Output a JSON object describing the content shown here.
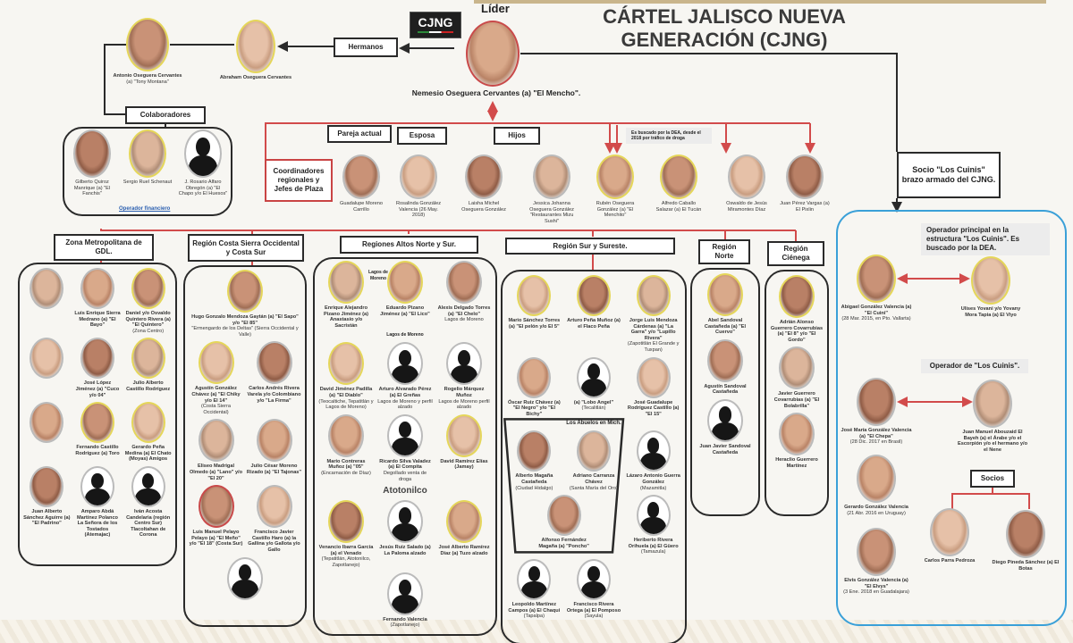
{
  "header": {
    "title": "CÁRTEL JALISCO NUEVA GENERACIÓN (CJNG)",
    "logo": "CJNG",
    "leader_label": "Líder",
    "leader_name": "Nemesio Oseguera Cervantes (a) \"El Mencho\"."
  },
  "colors": {
    "red_lines": "#c94444",
    "black_lines": "#2a2a2a",
    "cuinis_border": "#3aa0d8",
    "frame_yellow": "#e5d65a"
  },
  "labels": {
    "hermanos": "Hermanos",
    "colaboradores": "Colaboradores",
    "operador_financiero": "Operador financiero",
    "coordinadores": "Coordinadores regionales y Jefes de Plaza",
    "pareja": "Pareja actual",
    "esposa": "Esposa",
    "hijos": "Hijos",
    "dea_note": "Es buscado por la DEA, desde el 2018 por tráfico de droga",
    "socio_cuinis": "Socio \"Los Cuinis\" brazo armado del CJNG.",
    "lagos_1": "Lagos de Moreno",
    "lagos_2": "Lagos de Moreno",
    "atotonilco": "Atotonilco",
    "mich": "Los Abuelos en Mich."
  },
  "leader": {
    "name": "",
    "photo": "face",
    "frame": "red"
  },
  "hermanos": [
    {
      "name": "Antonio Oseguera Cervantes",
      "sub": "(a) \"Tony Montana\"",
      "photo": "face",
      "frame": "yellow"
    },
    {
      "name": "Abraham Oseguera Cervantes",
      "sub": "",
      "photo": "face",
      "frame": "yellow"
    }
  ],
  "colaboradores": [
    {
      "name": "",
      "sub": "Gilberto Quiroz Manrique (a) \"El Fanchis\"",
      "photo": "face",
      "frame": "plain"
    },
    {
      "name": "",
      "sub": "Sergio Ruel Schenaut",
      "photo": "face",
      "frame": "yellow"
    },
    {
      "name": "",
      "sub": "J. Rosario Alfaro Obregón (a) \"El Chapo y/o El Huesos\"",
      "photo": "silhouette",
      "frame": "plain"
    }
  ],
  "familia": [
    {
      "name": "",
      "sub": "Guadalupe Moreno Carrillo",
      "photo": "face",
      "frame": "plain"
    },
    {
      "name": "",
      "sub": "Rosalinda González Valencia (26 May. 2018)",
      "photo": "face",
      "frame": "plain"
    },
    {
      "name": "",
      "sub": "Laisha Michel Oseguera González",
      "photo": "face",
      "frame": "plain"
    },
    {
      "name": "",
      "sub": "Jessica Johanna Oseguera González \"Restaurantes Mizu Sushi\"",
      "photo": "face",
      "frame": "plain"
    },
    {
      "name": "",
      "sub": "Rubén Oseguera González (a) \"El Menchito\"",
      "photo": "face",
      "frame": "yellow"
    },
    {
      "name": "",
      "sub": "Alfredo Caballo Salazar (a) El Tucán",
      "photo": "face",
      "frame": "yellow"
    },
    {
      "name": "",
      "sub": "Oswaldo de Jesús Miramontes Díaz",
      "photo": "face",
      "frame": "plain"
    },
    {
      "name": "",
      "sub": "Juan Pérez Vargas (a) El Pixlin",
      "photo": "face",
      "frame": "plain"
    }
  ],
  "regions": [
    {
      "title": "Zona Metropolitana de GDL.",
      "people": [
        {
          "name": "",
          "sub": "",
          "photo": "face",
          "frame": "plain"
        },
        {
          "name": "Luis Enrique Sierra Medrano (a) \"El Bayo\"",
          "sub": "",
          "photo": "face",
          "frame": "plain"
        },
        {
          "name": "Daniel y/o Osvaldo Quintero Rivera (a) \"El Quintero\"",
          "sub": "(Zona Centro)",
          "photo": "face",
          "frame": "yellow"
        },
        {
          "name": "",
          "sub": "",
          "photo": "face",
          "frame": "plain"
        },
        {
          "name": "José López Jiménez (a) \"Cuco y/o 04\"",
          "sub": "",
          "photo": "face",
          "frame": "plain"
        },
        {
          "name": "Julio Alberto Castillo Rodríguez",
          "sub": "",
          "photo": "face",
          "frame": "yellow"
        },
        {
          "name": "",
          "sub": "",
          "photo": "face",
          "frame": "plain"
        },
        {
          "name": "Fernando Castillo Rodríguez (a) Toro",
          "sub": "",
          "photo": "face",
          "frame": "yellow"
        },
        {
          "name": "Gerardo Peña Medina (a) El Chato (Moyas) Amigos",
          "sub": "",
          "photo": "face",
          "frame": "yellow"
        },
        {
          "name": "Juan Alberto Sánchez Aguirre (a) \"El Padrino\"",
          "sub": "",
          "photo": "face",
          "frame": "plain"
        },
        {
          "name": "Amparo Abdá Martínez Polanco La Señora de los Tostados (Atemajac)",
          "sub": "",
          "photo": "silhouette",
          "frame": "plain"
        },
        {
          "name": "Iván Acosta Candelaria (región Centro Sur) Tlacoltahan de Corona",
          "sub": "",
          "photo": "silhouette",
          "frame": "plain"
        }
      ]
    },
    {
      "title": "Región Costa Sierra Occidental y Costa Sur",
      "people": [
        {
          "name": "Hugo Gonzalo Mendoza Gaytán (a) \"El Sapo\" y/o \"El 85\"",
          "sub": "\"Ermengardo de los Deltas\" (Sierra Occidental y Valle)",
          "photo": "face",
          "frame": "yellow"
        },
        {
          "name": "Agustín González Chávez (a) \"El Chiky y/o El 14\"",
          "sub": "(Costa Sierra Occidental)",
          "photo": "face",
          "frame": "yellow"
        },
        {
          "name": "Carlos Andrés Rivera Varela y/o Colombiano y/o \"La Firma\"",
          "sub": "",
          "photo": "face",
          "frame": "plain"
        },
        {
          "name": "Eliseo Madrigal Olmedo (a) \"Lano\" y/o \"El 20\"",
          "sub": "",
          "photo": "face",
          "frame": "plain"
        },
        {
          "name": "Julio César Moreno Rizado (a) \"El Tajonas\"",
          "sub": "",
          "photo": "face",
          "frame": "plain"
        },
        {
          "name": "Luis Manuel Pelayo Pelayo (a) \"El Meño\" y/o \"El 18\" (Costa Sur)",
          "sub": "",
          "photo": "face",
          "frame": "red"
        },
        {
          "name": "Francisco Javier Castillo Haro (a) la Gallina y/o Gallota y/o Gallo",
          "sub": "",
          "photo": "face",
          "frame": "plain"
        },
        {
          "name": "",
          "sub": "",
          "photo": "silhouette",
          "frame": "plain"
        }
      ]
    },
    {
      "title": "Regiones Altos Norte y Sur.",
      "people": [
        {
          "name": "Enrique Alejandro Pizano Jiménez (a) Anastasio y/o Sacristán",
          "sub": "",
          "photo": "face",
          "frame": "yellow"
        },
        {
          "name": "Eduardo Pizano Jiménez (a) \"El Lico\"",
          "sub": "",
          "photo": "face",
          "frame": "yellow"
        },
        {
          "name": "Alexis Delgado Torres (a) \"El Chelo\"",
          "sub": "Lagos de Moreno",
          "photo": "face",
          "frame": "plain"
        },
        {
          "name": "David Jiménez Padilla (a) \"El Diablo\"",
          "sub": "(Teocaltiche, Tepatitlán y Lagos de Moreno)",
          "photo": "face",
          "frame": "yellow"
        },
        {
          "name": "Arturo Alvarado Pérez (a) El Greñas",
          "sub": "Lagos de Moreno y perfil alzado",
          "photo": "silhouette",
          "frame": "plain"
        },
        {
          "name": "Rogelio Márquez Muñoz",
          "sub": "Lagos de Moreno perfil alzado",
          "photo": "silhouette",
          "frame": "plain"
        },
        {
          "name": "Mario Contreras Muñoz (a) \"05\"",
          "sub": "(Encarnación de Díaz)",
          "photo": "face",
          "frame": "plain"
        },
        {
          "name": "Ricardo Silva Valadez (a) El Compita",
          "sub": "Degollado venta de droga",
          "photo": "silhouette",
          "frame": "plain"
        },
        {
          "name": "David Ramírez Elías (Jamay)",
          "sub": "",
          "photo": "face",
          "frame": "yellow"
        },
        {
          "name": "Venancio Ibarra García (a) el Venado",
          "sub": "(Tepatitlán, Atotonilco, Zapotlanejo)",
          "photo": "face",
          "frame": "yellow"
        },
        {
          "name": "Jesús Ruiz Salado (a) La Paloma alzado",
          "sub": "",
          "photo": "silhouette",
          "frame": "plain"
        },
        {
          "name": "José Alberto Ramírez Díaz (a) Tuzo alzado",
          "sub": "",
          "photo": "face",
          "frame": "yellow"
        },
        {
          "name": "Fernando Valencia",
          "sub": "(Zapotlanejo)",
          "photo": "silhouette",
          "frame": "plain"
        }
      ]
    },
    {
      "title": "Región Sur y Sureste.",
      "people": [
        {
          "name": "Mario Sánchez Torres (a) \"El pelón y/o El 5\"",
          "sub": "",
          "photo": "face",
          "frame": "yellow"
        },
        {
          "name": "Arturo Peña Muñoz (a) el Flaco Peña",
          "sub": "",
          "photo": "face",
          "frame": "yellow"
        },
        {
          "name": "Jorge Luis Mendoza Cárdenas (a) \"La Garra\" y/o \"Lupillo Rivera\"",
          "sub": "(Zapotitlán El Grande y Tuxpan)",
          "photo": "face",
          "frame": "yellow"
        },
        {
          "name": "Óscar Ruiz Chávez (a) \"El Negro\" y/o \"El Bichy\"",
          "sub": "",
          "photo": "face",
          "frame": "plain"
        },
        {
          "name": "(a) \"Lobo Angel\"",
          "sub": "(Tecalitlán)",
          "photo": "silhouette",
          "frame": "plain"
        },
        {
          "name": "José Guadalupe Rodríguez Castillo (a) \"El 15\"",
          "sub": "",
          "photo": "face",
          "frame": "plain"
        },
        {
          "name": "Alberto Magaña Castañeda",
          "sub": "(Ciudad Hidalgo)",
          "photo": "face",
          "frame": "plain"
        },
        {
          "name": "Adriano Carranza Chávez",
          "sub": "(Santa María del Oro)",
          "photo": "face",
          "frame": "plain"
        },
        {
          "name": "Lázaro Antonio Guerra González",
          "sub": "(Mazamitla)",
          "photo": "silhouette",
          "frame": "plain"
        },
        {
          "name": "Alfonso Fernández Magaña (a) \"Poncho\"",
          "sub": "",
          "photo": "face",
          "frame": "plain"
        },
        {
          "name": "Heriberto Rivera Orihuela (a) El Güero",
          "sub": "(Tamazula)",
          "photo": "silhouette",
          "frame": "plain"
        },
        {
          "name": "Leopoldo Martínez Campos (a) El Chaqui",
          "sub": "(Tapalpa)",
          "photo": "silhouette",
          "frame": "plain"
        },
        {
          "name": "Francisco Rivera Ortega (a) El Pomposo",
          "sub": "(Sayula)",
          "photo": "silhouette",
          "frame": "plain"
        }
      ]
    },
    {
      "title": "Región Norte",
      "people": [
        {
          "name": "Abel Sandoval Castañeda (a) \"El Cuervo\"",
          "sub": "",
          "photo": "face",
          "frame": "yellow"
        },
        {
          "name": "Agustín Sandoval Castañeda",
          "sub": "",
          "photo": "face",
          "frame": "plain"
        },
        {
          "name": "Juan Javier Sandoval Castañeda",
          "sub": "",
          "photo": "silhouette",
          "frame": "plain"
        }
      ]
    },
    {
      "title": "Región Ciénega",
      "people": [
        {
          "name": "Adrián Alonso Guerrero Covarrubias (a) \"El 8\" y/o \"El Gordo\"",
          "sub": "",
          "photo": "face",
          "frame": "yellow"
        },
        {
          "name": "Javier Guerrero Covarrubias (a) \"El Bolabrilla\"",
          "sub": "",
          "photo": "face",
          "frame": "plain"
        },
        {
          "name": "Heraclio Guerrero Martínez",
          "sub": "",
          "photo": "face",
          "frame": "plain"
        }
      ]
    }
  ],
  "cuinis": {
    "note_principal": "Operador principal en la estructura \"Los Cuinis\". Es buscado por la DEA.",
    "note_operador": "Operador de \"Los Cuinis\".",
    "socios_label": "Socios",
    "people": [
      {
        "name": "Abigael González Valencia (a) \"El Cuini\"",
        "sub": "(28 Mar. 2015, en Pto. Vallarta)",
        "photo": "face",
        "frame": "yellow"
      },
      {
        "name": "Ulises Yovani y/o Yovany Mora Tapia (a) El Viyo",
        "sub": "",
        "photo": "face",
        "frame": "yellow"
      },
      {
        "name": "José María González Valencia (a) \"El Chepa\"",
        "sub": "(28 Dic. 2017 en Brasil)",
        "photo": "face",
        "frame": "plain"
      },
      {
        "name": "Juan Manuel Abouzaid El Bayeh (a) el Árabe y/o el Escorpión y/o el hermano y/o el Nene",
        "sub": "",
        "photo": "face",
        "frame": "plain"
      },
      {
        "name": "Gerardo González Valencia",
        "sub": "(21 Abr. 2016 en Uruguay)",
        "photo": "face",
        "frame": "plain"
      },
      {
        "name": "Elvis González Valencia (a) \"El Elvys\"",
        "sub": "(3 Ene. 2018 en Guadalajara)",
        "photo": "face",
        "frame": "plain"
      },
      {
        "name": "Carlos Parra Pedroza",
        "sub": "",
        "photo": "face",
        "frame": "plain"
      },
      {
        "name": "Diego Pineda Sánchez (a) El Botas",
        "sub": "",
        "photo": "face",
        "frame": "plain"
      }
    ]
  }
}
